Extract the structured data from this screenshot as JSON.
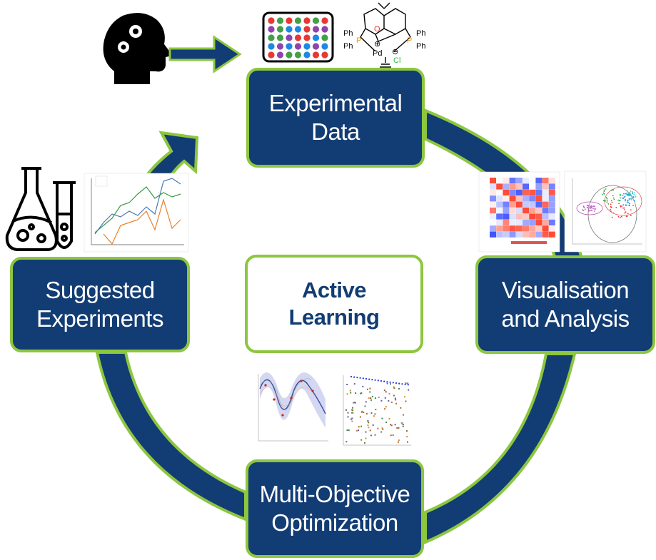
{
  "nodes": {
    "experimental_data": [
      "Experimental",
      "Data"
    ],
    "visualisation": [
      "Visualisation",
      "and Analysis"
    ],
    "suggested": [
      "Suggested",
      "Experiments"
    ],
    "multi_objective": [
      "Multi-Objective",
      "Optimization"
    ],
    "active_learning": [
      "Active",
      "Learning"
    ]
  },
  "molecule": {
    "labels": [
      "Ph",
      "Ph",
      "P",
      "O",
      "P",
      "Ph",
      "Ph",
      "Pd",
      "⊕",
      "⊖",
      "Cl"
    ]
  },
  "icons": [
    "brain-gears-icon",
    "well-plate-icon",
    "flask-icon",
    "test-tube-icon"
  ],
  "colors": {
    "node_fill": "#123c74",
    "node_border": "#8dc63f",
    "cycle_arrow": "#123c74",
    "center_text": "#123c74"
  }
}
